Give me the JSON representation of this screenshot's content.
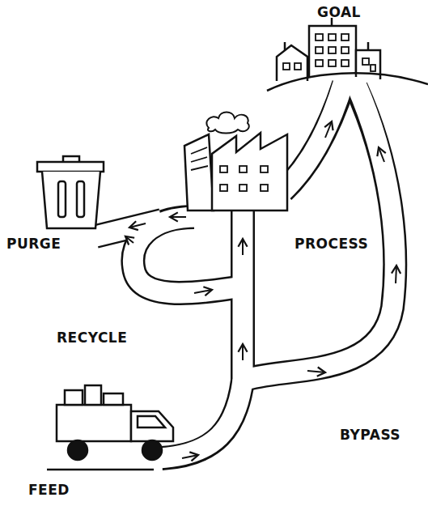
{
  "diagram": {
    "labels": [
      "GOAL",
      "PURGE",
      "PROCESS",
      "RECYCLE",
      "BYPASS",
      "FEED"
    ]
  }
}
